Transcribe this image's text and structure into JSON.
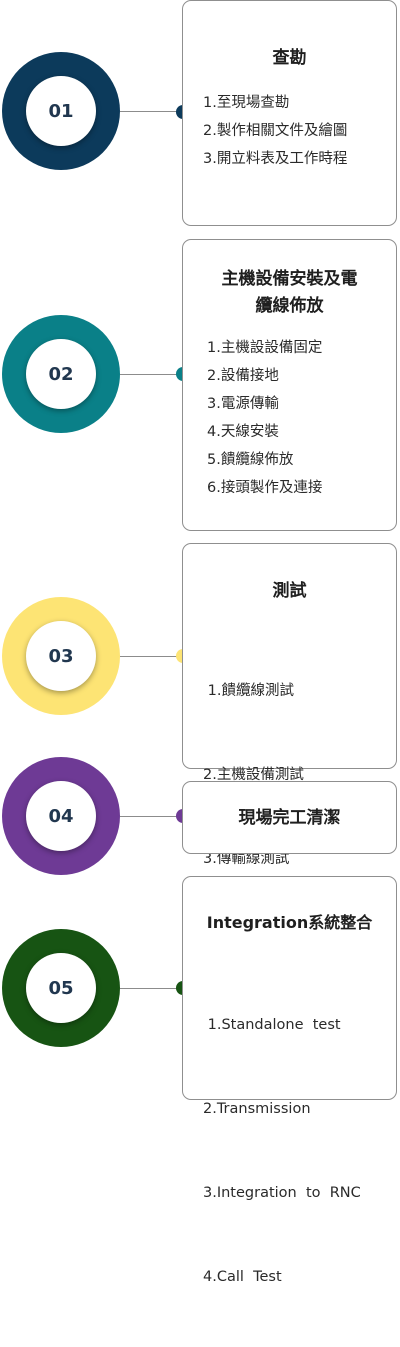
{
  "steps": [
    {
      "number": "01",
      "color": "#0c3a5b",
      "title_lines": [
        "查勘"
      ],
      "items": [
        "1.至現場查勘",
        "2.製作相關文件及繪圖",
        "3.開立料表及工作時程"
      ]
    },
    {
      "number": "02",
      "color": "#0a8088",
      "title_lines": [
        "主機設備安裝及電",
        "纜線佈放"
      ],
      "items": [
        "1.主機設設備固定",
        "2.設備接地",
        "3.電源傳輸",
        "4.天線安裝",
        "5.饋纜線佈放",
        "6.接頭製作及連接"
      ]
    },
    {
      "number": "03",
      "color": "#fde474",
      "title_lines": [
        "測試"
      ],
      "items": [
        " 1.饋纜線測試",
        "2.主機設備測試",
        "3.傳輸線測試"
      ]
    },
    {
      "number": "04",
      "color": "#6e3a95",
      "title_lines": [
        "現場完工清潔"
      ],
      "items": []
    },
    {
      "number": "05",
      "color": "#175413",
      "title_lines": [
        "Integration系統整合"
      ],
      "items": [
        " 1.Standalone  test",
        "2.Transmission",
        "3.Integration  to  RNC",
        "4.Call  Test"
      ]
    }
  ]
}
